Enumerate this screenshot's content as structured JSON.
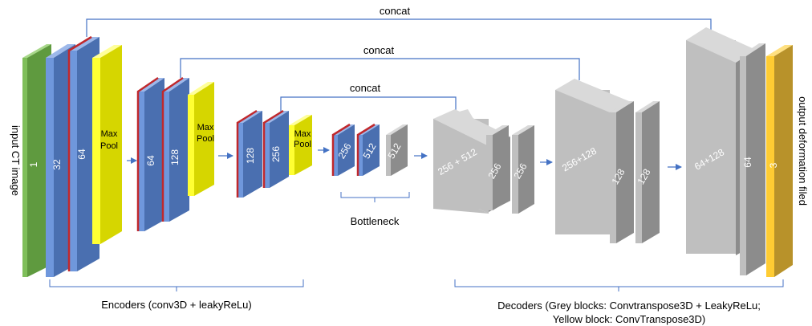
{
  "labels": {
    "input": "input CT image",
    "output": "output deformation filed",
    "concat_top": "concat",
    "concat_mid": "concat",
    "concat_low": "concat",
    "bottleneck": "Bottleneck",
    "encoders": "Encoders (conv3D + leakyReLu)",
    "decoders_line1": "Decoders (Grey blocks: Convtranspose3D + LeakyReLu;",
    "decoders_line2": "Yellow block: ConvTranspose3D)"
  },
  "blocks": {
    "input_1": "1",
    "enc1_a": "32",
    "enc1_b": "64",
    "pool1_a": "Max",
    "pool1_b": "Pool",
    "enc2_a": "64",
    "enc2_b": "128",
    "pool2_a": "Max",
    "pool2_b": "Pool",
    "enc3_a": "128",
    "enc3_b": "256",
    "pool3_a": "Max",
    "pool3_b": "Pool",
    "bott_a": "256",
    "bott_b": "512",
    "bott_c": "512",
    "dec1_a": "256 + 512",
    "dec1_b": "256",
    "dec1_c": "256",
    "dec2_a": "256+128",
    "dec2_b": "128",
    "dec2_c": "128",
    "dec3_a": "64+128",
    "dec3_b": "64",
    "out_3": "3"
  },
  "colors": {
    "green": "#7fbf5a",
    "blue": "#6f97dc",
    "yellow": "#ffff33",
    "grey": "#bfbfbf",
    "gold": "#ffcc33",
    "red_edge": "#c0282c",
    "arrow": "#4472c4"
  }
}
